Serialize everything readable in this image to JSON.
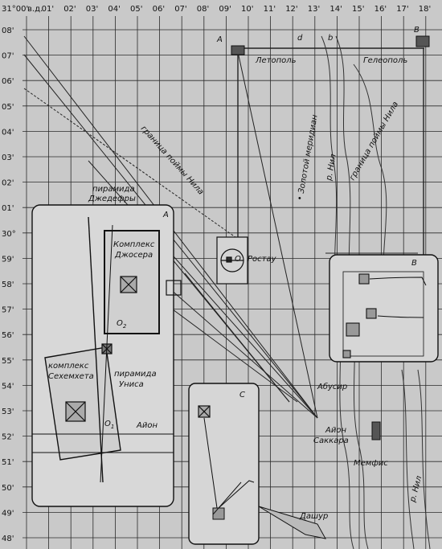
{
  "top_axis": {
    "origin": "31°00'",
    "suffix": "в.д.",
    "minutes": [
      "01'",
      "02'",
      "03'",
      "04'",
      "05'",
      "06'",
      "07'",
      "08'",
      "09'",
      "10'",
      "11'",
      "12'",
      "13'",
      "14'",
      "15'",
      "16'",
      "17'",
      "18'"
    ]
  },
  "left_axis": {
    "labels": [
      "08'",
      "07'",
      "06'",
      "05'",
      "04'",
      "03'",
      "02'",
      "01'",
      "30°",
      "59'",
      "58'",
      "57'",
      "56'",
      "55'",
      "54'",
      "53'",
      "52'",
      "51'",
      "50'",
      "49'",
      "48'"
    ]
  },
  "labels": {
    "point_a": "A",
    "point_b": "B",
    "point_d": "d",
    "point_b_small": "b",
    "letopol": "Летополь",
    "geliopol": "Гелеополь",
    "nile_floodplain_left": "граница поймы Нила",
    "nile_floodplain_right": "граница поймы Нила",
    "golden_meridian": "• Золотой меридиан",
    "nile_river_north": "р. Нил",
    "nile_river_south": "р. Нил",
    "djedefra_line1": "пирамида",
    "djedefra_line2": "Джедефры",
    "inset_a_label": "A",
    "djoser_line1": "Комплекс",
    "djoser_line2": "Джосера",
    "o2": "O",
    "o2_sub": "2",
    "sekhemkhet_line1": "комплекс",
    "sekhemkhet_line2": "Сехемхета",
    "unas_line1": "пирамида",
    "unas_line2": "Униса",
    "o1": "O",
    "o1_sub": "1",
    "ayon_inset": "Айон",
    "rostau_o": "O",
    "rostau": "Ростау",
    "inset_b_label": "B",
    "abusir": "Абусир",
    "inset_c_label": "C",
    "ayon_main": "Айон",
    "saqqara": "Саккара",
    "memphis": "Мемфис",
    "dahshur": "Дашур"
  }
}
